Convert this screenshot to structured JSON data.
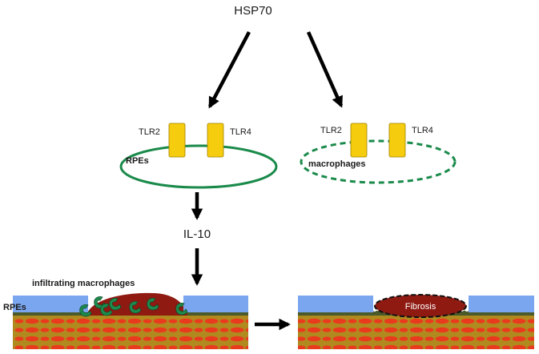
{
  "labels": {
    "top": "HSP70",
    "receptor_left": "TLR2",
    "receptor_right": "TLR4",
    "rpe_cell": "RPEs",
    "macrophage_cell": "macrophages",
    "cytokine": "IL-10",
    "infiltrating": "infiltrating macrophages",
    "rpe_layer": "RPEs",
    "fibrosis": "Fibrosis"
  },
  "colors": {
    "receptor_fill": "#f5cc0e",
    "receptor_stroke": "#a08000",
    "cell_outline": "#1a8a4a",
    "rpe_layer": "#7aa6ef",
    "choroid_bg": "#b08a1e",
    "choroid_spot": "#ea3a1e",
    "membrane_bead": "#4b5a2a",
    "lesion": "#8e1a12",
    "macrophage_icon": "#1f8a4e",
    "arrow": "#000000"
  },
  "icons": {
    "macrophage": "macrophage-icon",
    "arrow": "arrow-icon"
  }
}
